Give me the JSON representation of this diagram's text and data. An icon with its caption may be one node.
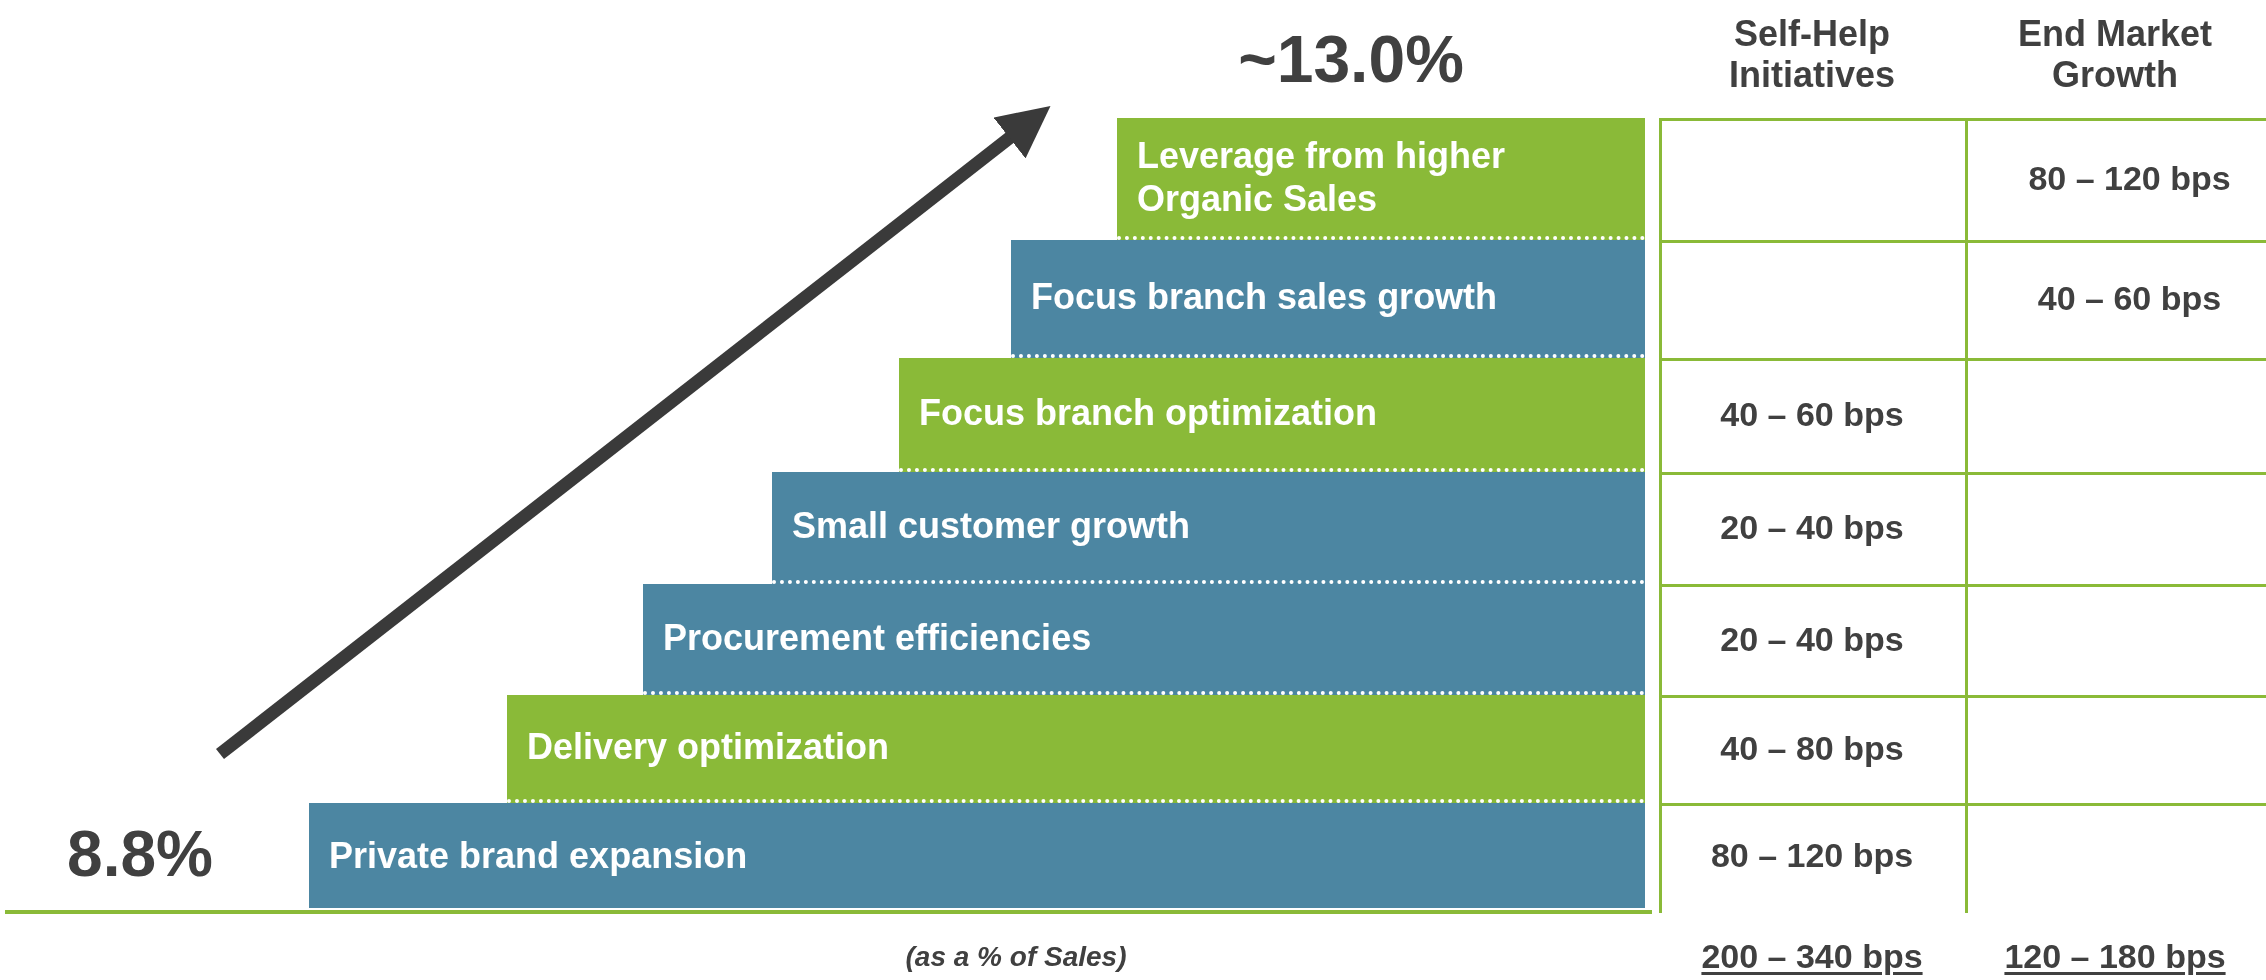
{
  "diagram": {
    "nodes": [
      {
        "text": [
          "Leverage from higher Organic Sales"
        ]
      },
      {
        "text": [
          "Focus branch sales growth"
        ]
      },
      {
        "text": [
          "Focus branch optimization"
        ]
      },
      {
        "text": [
          "Small customer growth"
        ]
      },
      {
        "text": [
          "Procurement efficiencies"
        ]
      },
      {
        "text": [
          "Delivery optimization"
        ]
      },
      {
        "text": [
          "Private brand expansion"
        ]
      }
    ],
    "labels": [
      "~13.0%",
      "Self-Help Initiatives",
      "End Market Growth",
      "80 – 120 bps",
      "40 – 60 bps",
      "40 – 60 bps",
      "20 – 40 bps",
      "20 – 40 bps",
      "40 – 80 bps",
      "8.8%",
      "80 – 120 bps",
      "(as a % of Sales)",
      "200 – 340 bps",
      "120 – 180 bps"
    ]
  }
}
